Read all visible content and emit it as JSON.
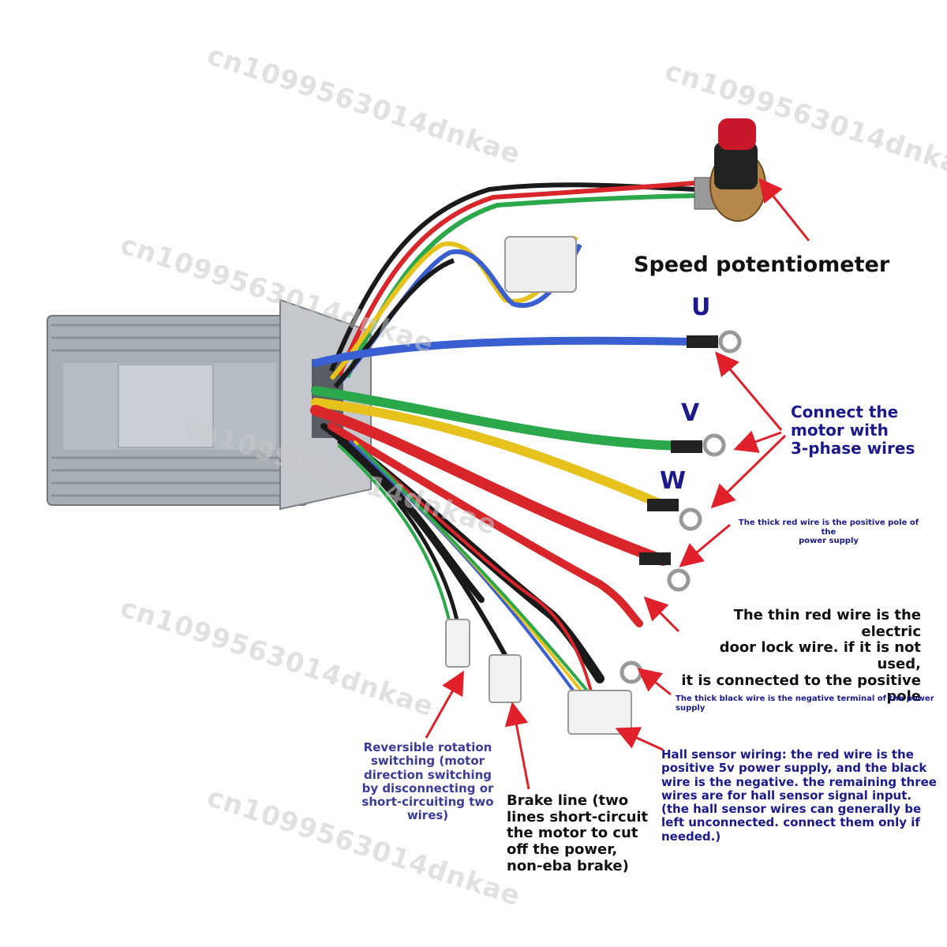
{
  "watermark": "cn1099563014dnkae",
  "labels": {
    "speed_pot": "Speed potentiometer",
    "phase_u": "U",
    "phase_v": "V",
    "phase_w": "W",
    "phase_note": [
      "Connect the",
      "motor with",
      "3-phase wires"
    ],
    "thick_red": [
      "The thick red wire is the positive pole of the",
      "power supply"
    ],
    "thin_red": [
      "The thin red wire is the electric",
      "door lock wire. if it is not used,",
      "it is connected to the positive",
      "pole"
    ],
    "thick_black": [
      "The thick black wire is the negative terminal of the power",
      "supply"
    ],
    "hall": [
      "Hall sensor wiring: the red wire is the",
      "positive 5v power supply, and the black",
      "wire is the negative. the remaining three",
      "wires are for hall sensor signal input.",
      "(the hall sensor wires can generally be",
      "left unconnected. connect them only if",
      "needed.)"
    ],
    "reverse": [
      "Reversible rotation",
      "switching (motor",
      "direction switching",
      "by disconnecting or",
      "short-circuiting two",
      "wires)"
    ],
    "brake": [
      "Brake line (two",
      "lines short-circuit",
      "the motor to cut",
      "off the power,",
      "non-eba brake)"
    ]
  },
  "colors": {
    "arrow": "#e0202a",
    "wire_blue": "#3a5fd0",
    "wire_green": "#2aa84a",
    "wire_yellow": "#e8c21c",
    "wire_red": "#d8262b",
    "wire_black": "#1a1a1a",
    "housing": "#9aa0a8"
  }
}
